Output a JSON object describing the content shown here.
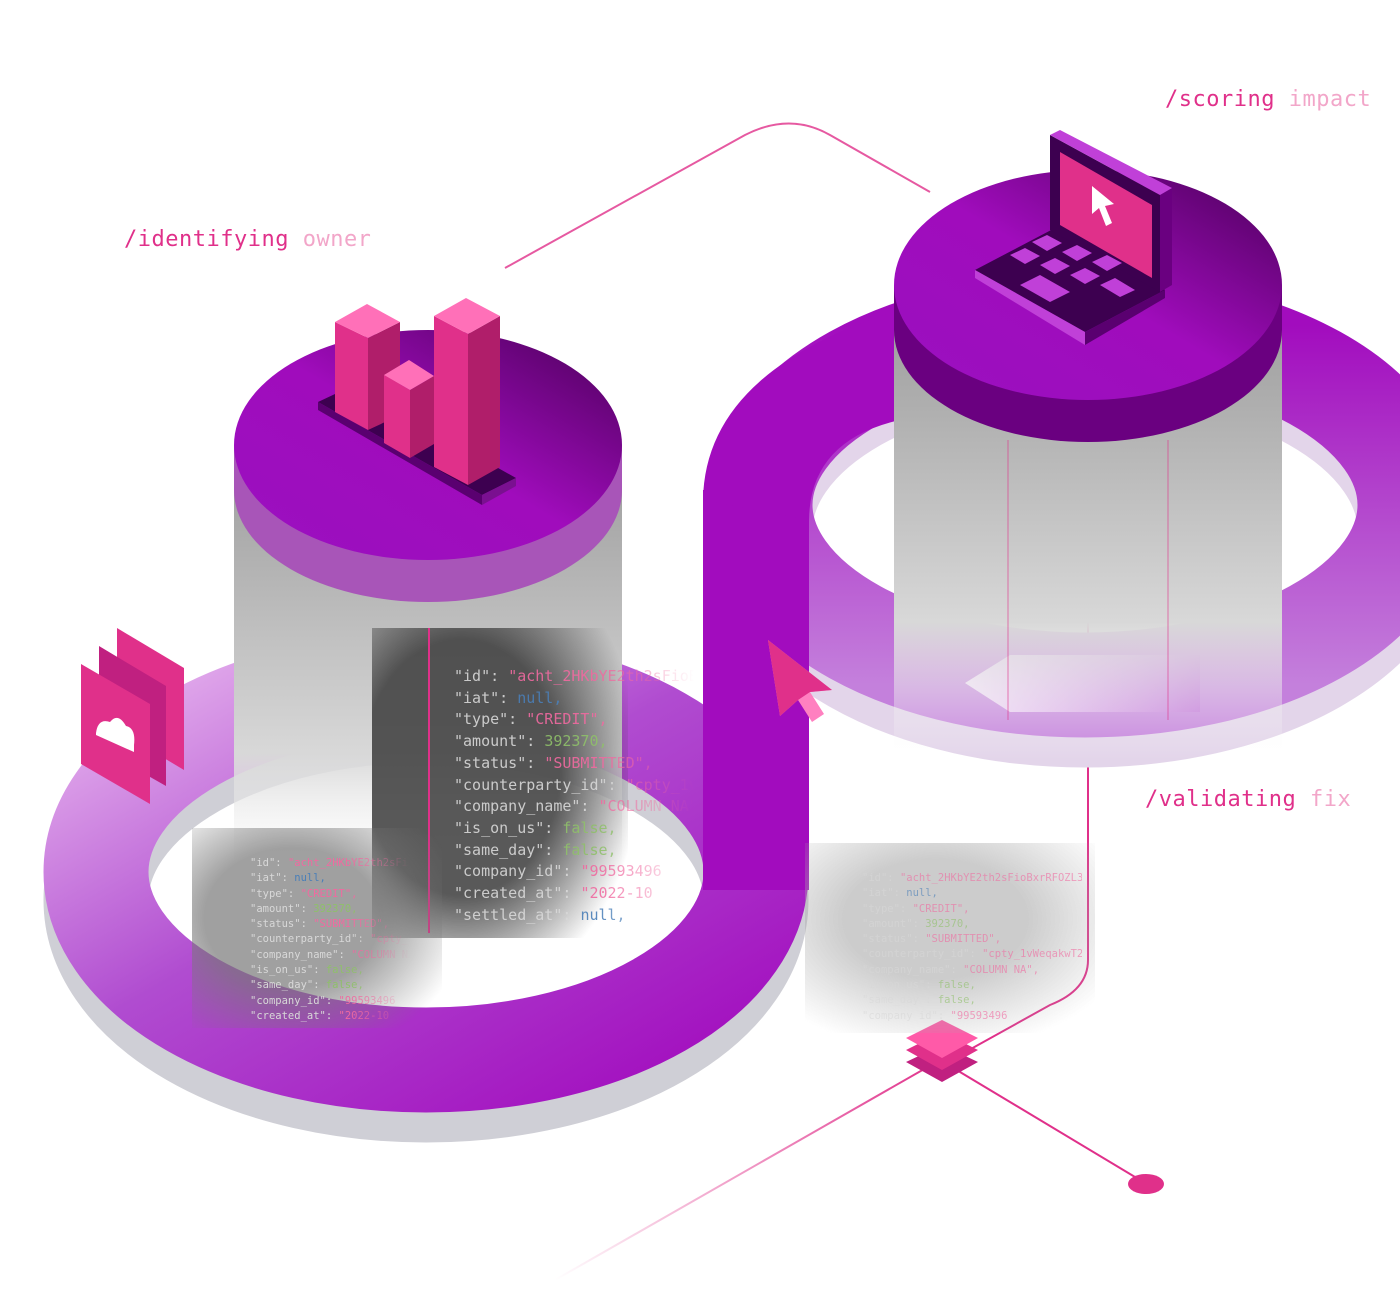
{
  "labels": {
    "identifying": {
      "main": "/identifying",
      "light": "owner"
    },
    "scoring": {
      "main": "/scoring",
      "light": "impact"
    },
    "validating": {
      "main": "/validating",
      "light": "fix"
    }
  },
  "code_lines": [
    {
      "key": "\"id\": ",
      "val": "\"acht_2HKbYE2th2sFioBxrRFOZL3",
      "cls": "s"
    },
    {
      "key": "\"iat\": ",
      "val": "null,",
      "cls": "u"
    },
    {
      "key": "\"type\": ",
      "val": "\"CREDIT\",",
      "cls": "s"
    },
    {
      "key": "\"amount\": ",
      "val": "392370,",
      "cls": "n"
    },
    {
      "key": "\"status\": ",
      "val": "\"SUBMITTED\",",
      "cls": "s"
    },
    {
      "key": "\"counterparty_id\": ",
      "val": "\"cpty_1vWeqakwT2",
      "cls": "s"
    },
    {
      "key": "\"company_name\": ",
      "val": "\"COLUMN NA\",",
      "cls": "s"
    },
    {
      "key": "\"is_on_us\": ",
      "val": "false,",
      "cls": "b"
    },
    {
      "key": "\"same_day\": ",
      "val": "false,",
      "cls": "b"
    },
    {
      "key": "\"company_id\": ",
      "val": "\"99593496",
      "cls": "s"
    },
    {
      "key": "\"created_at\": ",
      "val": "\"2022-10",
      "cls": "s"
    },
    {
      "key": "\"settled_at\": ",
      "val": "null,",
      "cls": "u"
    }
  ],
  "colors": {
    "purple": "#a20cbe",
    "pink": "#e0308a",
    "shadow": "#cfcfd6"
  }
}
